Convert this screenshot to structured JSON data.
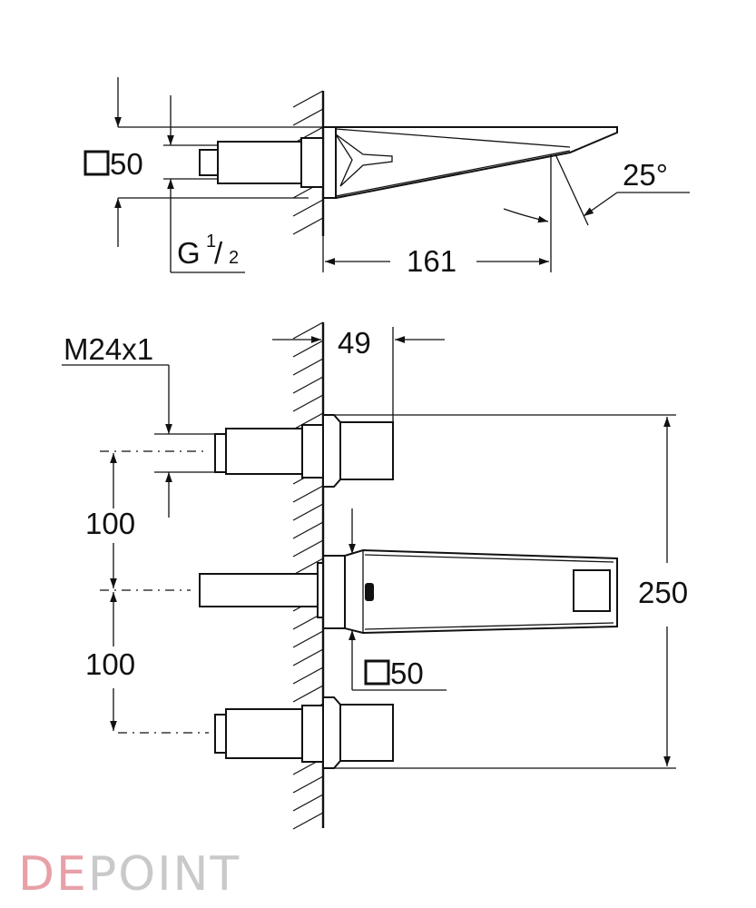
{
  "top_view": {
    "pipe_square_label": "50",
    "thread_label_main": "G",
    "thread_label_num": "1",
    "thread_label_den": "2",
    "spout_length_label": "161",
    "angle_label": "25°"
  },
  "front_view": {
    "thread_label": "M24x1",
    "depth_label": "49",
    "spacing_upper_label": "100",
    "spacing_lower_label": "100",
    "height_label": "250",
    "spout_square_label": "50"
  },
  "watermark": {
    "prefix": "DE",
    "suffix": "POINT",
    "prefix_color": "#e8a0a8",
    "suffix_color": "#c9c9c9"
  }
}
